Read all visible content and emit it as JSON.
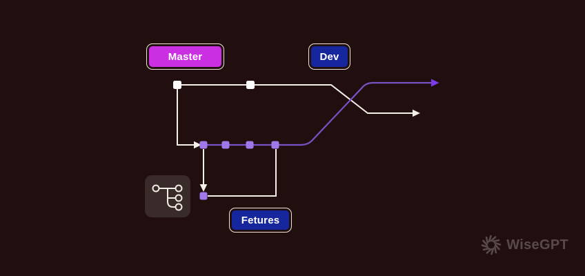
{
  "app": {
    "background_color": "#210f10",
    "line_white": "#f5efe9",
    "line_purple": "#7a52c8",
    "arrow_purple": "#7c3aed",
    "label_border_color": "#efe5d9"
  },
  "diagram": {
    "type": "git-branch-diagram",
    "branches": [
      {
        "id": "master",
        "label": "Master",
        "label_fill": "#ca2fe2",
        "line_color": "#f5efe9",
        "commit_color": "#fdfcfb",
        "commit_size": 12,
        "commits": [
          [
            257,
            123
          ],
          [
            363,
            123
          ]
        ]
      },
      {
        "id": "dev",
        "label": "Dev",
        "label_fill": "#16279e",
        "line_color": "#7a52c8",
        "commit_color": "#a178ea",
        "commit_size": 11,
        "commits": [
          [
            295,
            210
          ],
          [
            327,
            210
          ],
          [
            362,
            210
          ],
          [
            399,
            210
          ]
        ]
      },
      {
        "id": "feature",
        "label": "Fetures",
        "label_fill": "#16279e",
        "line_color": "#f5efe9",
        "commit_color": "#a178ea",
        "commit_size": 11,
        "commits": [
          [
            295,
            284
          ]
        ]
      }
    ],
    "icon_tile": "git-tree-icon"
  },
  "watermark": {
    "text": "WiseGPT",
    "color": "#584a4a",
    "icon": "pinwheel-logo-icon"
  }
}
